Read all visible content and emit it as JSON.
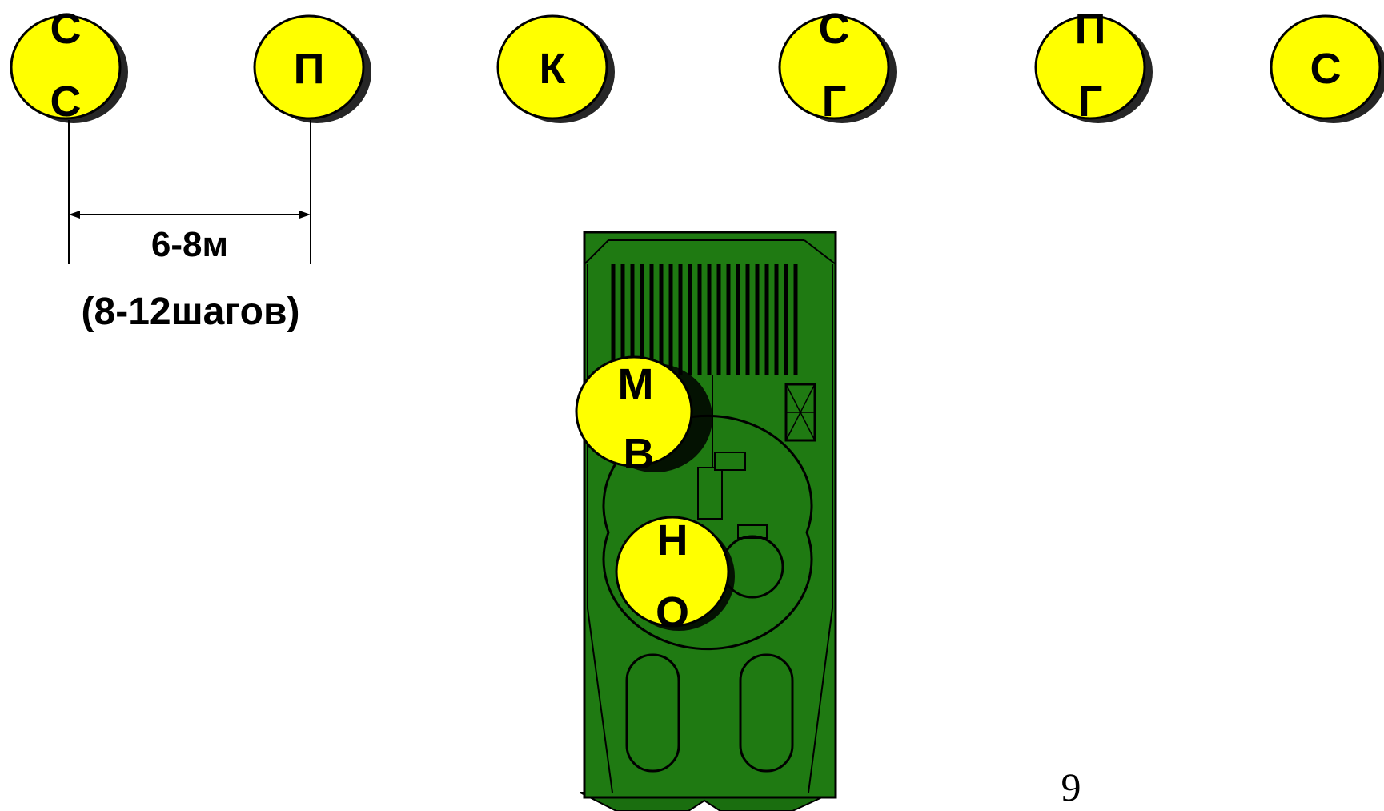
{
  "soldiers": [
    {
      "id": "ss",
      "line1": "С",
      "line2": "С"
    },
    {
      "id": "p",
      "line1": "П",
      "line2": ""
    },
    {
      "id": "k",
      "line1": "К",
      "line2": ""
    },
    {
      "id": "sg",
      "line1": "С",
      "line2": "Г"
    },
    {
      "id": "pg",
      "line1": "П",
      "line2": "Г"
    },
    {
      "id": "s",
      "line1": "С",
      "line2": ""
    }
  ],
  "crew": {
    "mv": {
      "line1": "М",
      "line2": "В"
    },
    "no": {
      "line1": "Н",
      "line2": "О"
    }
  },
  "distance": {
    "value": "6-8м",
    "steps": "(8-12шагов)"
  },
  "page_number": "9",
  "colors": {
    "marker_fill": "#ffff00",
    "vehicle_fill": "#1f7a12",
    "outline": "#000000"
  }
}
